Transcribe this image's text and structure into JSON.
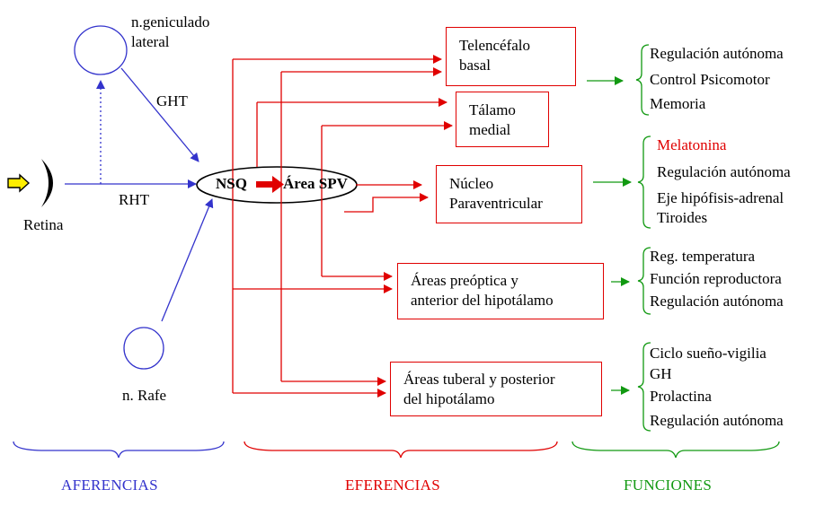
{
  "afferents": {
    "geniculate": "n.geniculado\nlateral",
    "geniculate_l1": "n.geniculado",
    "geniculate_l2": "lateral",
    "ght": "GHT",
    "rht": "RHT",
    "retina": "Retina",
    "raphe": "n. Rafe"
  },
  "center": {
    "nsq": "NSQ",
    "spv": "Área SPV"
  },
  "targets": [
    {
      "line1": "Telencéfalo",
      "line2": "basal"
    },
    {
      "line1": "Tálamo",
      "line2": "medial"
    },
    {
      "line1": "Núcleo",
      "line2": "Paraventricular"
    },
    {
      "line1": "Áreas preóptica y",
      "line2": "anterior del hipotálamo"
    },
    {
      "line1": "Áreas tuberal y posterior",
      "line2": "del hipotálamo"
    }
  ],
  "functions": {
    "telencefalo": [
      "Regulación autónoma",
      "Control Psicomotor",
      "Memoria"
    ],
    "paraventricular": [
      "Melatonina",
      "Regulación autónoma",
      "Eje hipófisis-adrenal",
      "Tiroides"
    ],
    "preoptica": [
      "Reg. temperatura",
      "Función reproductora",
      "Regulación autónoma"
    ],
    "tuberal": [
      "Ciclo sueño-vigilia",
      "GH",
      "Prolactina",
      "Regulación autónoma"
    ]
  },
  "footer": {
    "afferents": "AFERENCIAS",
    "efferents": "EFERENCIAS",
    "functions": "FUNCIONES"
  },
  "colors": {
    "afferent": "#3333cc",
    "efferent": "#e00000",
    "function": "#119911",
    "melatonina": "#e00000"
  }
}
